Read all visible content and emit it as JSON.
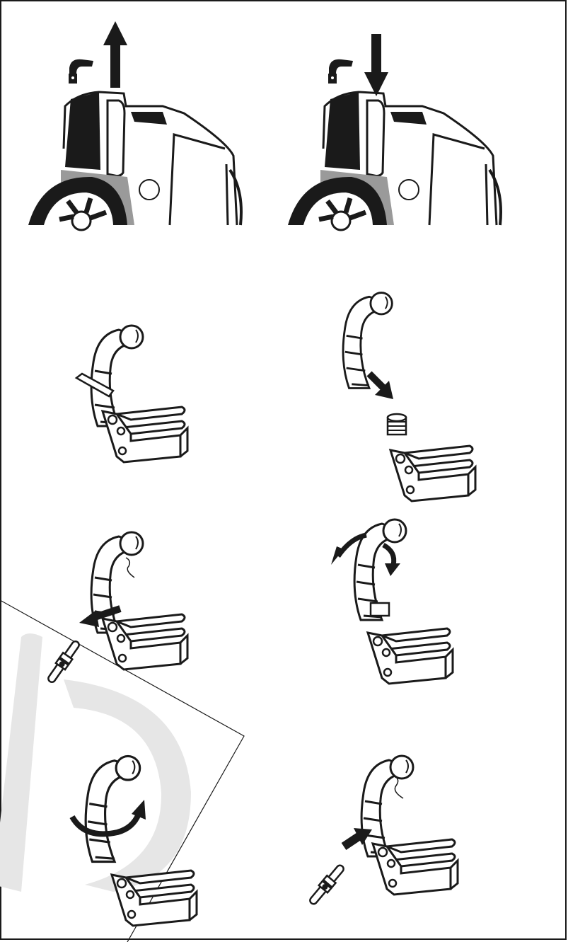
{
  "document": {
    "kind": "instruction-illustration-sheet",
    "panel_count": 8,
    "panels": [
      {
        "id": "vehicle-lift-handle",
        "arrow": "up"
      },
      {
        "id": "vehicle-lower-handle",
        "arrow": "down"
      },
      {
        "id": "tow-arm-on-bracket-pin-lever"
      },
      {
        "id": "tow-arm-detached",
        "arrow": "down"
      },
      {
        "id": "remove-locking-pin",
        "arrow": "down-left"
      },
      {
        "id": "rotate-arm-onto-thread",
        "arrow": "rotate"
      },
      {
        "id": "screw-arm-clockwise",
        "arrow": "rotate"
      },
      {
        "id": "insert-locking-pin",
        "arrow": "up-right"
      }
    ],
    "watermark": "D"
  },
  "colors": {
    "ink": "#1a1a1a",
    "paper": "#ffffff",
    "gray_fender": "#9a9a9a",
    "watermark": "#e6e6e6"
  }
}
